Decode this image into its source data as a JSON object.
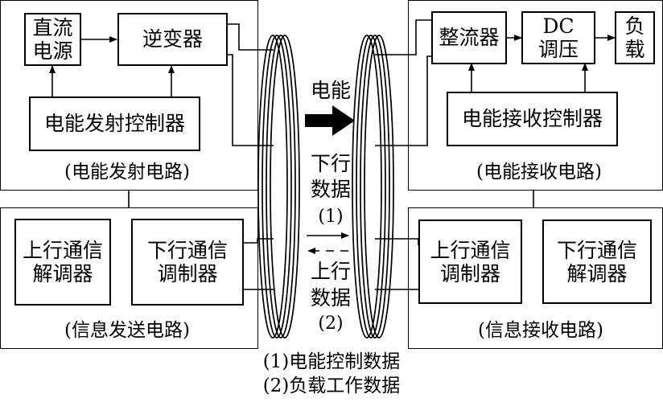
{
  "transmitter": {
    "dc_source": [
      "直流",
      "电源"
    ],
    "inverter": "逆变器",
    "controller": "电能发射控制器",
    "label": "(电能发射电路)"
  },
  "receiver": {
    "rectifier": "整流器",
    "dc_regulator": [
      "DC",
      "调压"
    ],
    "load": [
      "负",
      "载"
    ],
    "controller": "电能接收控制器",
    "label": "(电能接收电路)"
  },
  "info_send": {
    "demod": [
      "上行通信",
      "解调器"
    ],
    "mod": [
      "下行通信",
      "调制器"
    ],
    "label": "(信息发送电路)"
  },
  "info_recv": {
    "mod": [
      "上行通信",
      "调制器"
    ],
    "demod": [
      "下行通信",
      "解调器"
    ],
    "label": "(信息接收电路)"
  },
  "center": {
    "power": "电能",
    "downlink": [
      "下行",
      "数据",
      "(1)"
    ],
    "uplink": [
      "上行",
      "数据",
      "(2)"
    ]
  },
  "legend": [
    "(1)电能控制数据",
    "(2)负载工作数据"
  ]
}
